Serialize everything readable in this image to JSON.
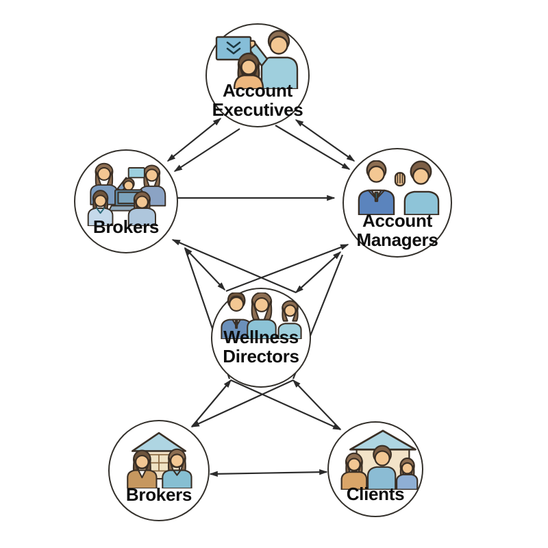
{
  "diagram": {
    "type": "network",
    "background": "#ffffff",
    "nodes": [
      {
        "id": "account-executives",
        "label": "Account\nExecutives",
        "icon": "people-with-tablet-icon",
        "shape": "circle"
      },
      {
        "id": "brokers-left",
        "label": "Brokers",
        "icon": "broker-team-laptop-icon",
        "shape": "circle"
      },
      {
        "id": "account-managers",
        "label": "Account\nManagers",
        "icon": "suit-and-waving-man-icon",
        "shape": "circle"
      },
      {
        "id": "wellness-directors",
        "label": "Wellness\nDirectors",
        "icon": "three-directors-icon",
        "shape": "circle"
      },
      {
        "id": "brokers-bottom",
        "label": "Brokers",
        "icon": "agents-with-house-icon",
        "shape": "circle"
      },
      {
        "id": "clients",
        "label": "Clients",
        "icon": "family-with-house-icon",
        "shape": "circle"
      }
    ],
    "edges": [
      {
        "from": "account-executives",
        "to": "brokers-left",
        "arrows": "both"
      },
      {
        "from": "account-executives",
        "to": "brokers-left",
        "arrows": "to"
      },
      {
        "from": "account-executives",
        "to": "account-managers",
        "arrows": "both"
      },
      {
        "from": "account-executives",
        "to": "account-managers",
        "arrows": "to"
      },
      {
        "from": "brokers-left",
        "to": "account-managers",
        "arrows": "to"
      },
      {
        "from": "wellness-directors",
        "to": "brokers-left",
        "arrows": "to"
      },
      {
        "from": "brokers-left",
        "to": "wellness-directors",
        "arrows": "both"
      },
      {
        "from": "wellness-directors",
        "to": "account-managers",
        "arrows": "to"
      },
      {
        "from": "account-managers",
        "to": "wellness-directors",
        "arrows": "both"
      },
      {
        "from": "brokers-left",
        "to": "wellness-directors",
        "arrows": "none"
      },
      {
        "from": "account-managers",
        "to": "wellness-directors",
        "arrows": "none"
      },
      {
        "from": "brokers-bottom",
        "to": "wellness-directors",
        "arrows": "to"
      },
      {
        "from": "wellness-directors",
        "to": "brokers-bottom",
        "arrows": "to"
      },
      {
        "from": "wellness-directors",
        "to": "clients",
        "arrows": "to"
      },
      {
        "from": "clients",
        "to": "wellness-directors",
        "arrows": "to"
      },
      {
        "from": "brokers-bottom",
        "to": "clients",
        "arrows": "both"
      }
    ],
    "colors": {
      "line": "#2b2b2b",
      "outline": "#3a2f25",
      "skin": "#f3c793",
      "hair_medium": "#8d6e52",
      "hair_dark": "#6e543c",
      "teal_shirt": "#9fcfdd",
      "teal_item": "#8cc3d6",
      "blue_shirt": "#6b90ba",
      "suit_blue": "#5b84bd",
      "light_blue": "#c5d9ea",
      "blue_gray": "#93aed0",
      "orange_top": "#edb77e",
      "tan_jacket": "#c6975f",
      "house_wall": "#f2e3c8",
      "house_roof": "#aed5e2"
    }
  }
}
